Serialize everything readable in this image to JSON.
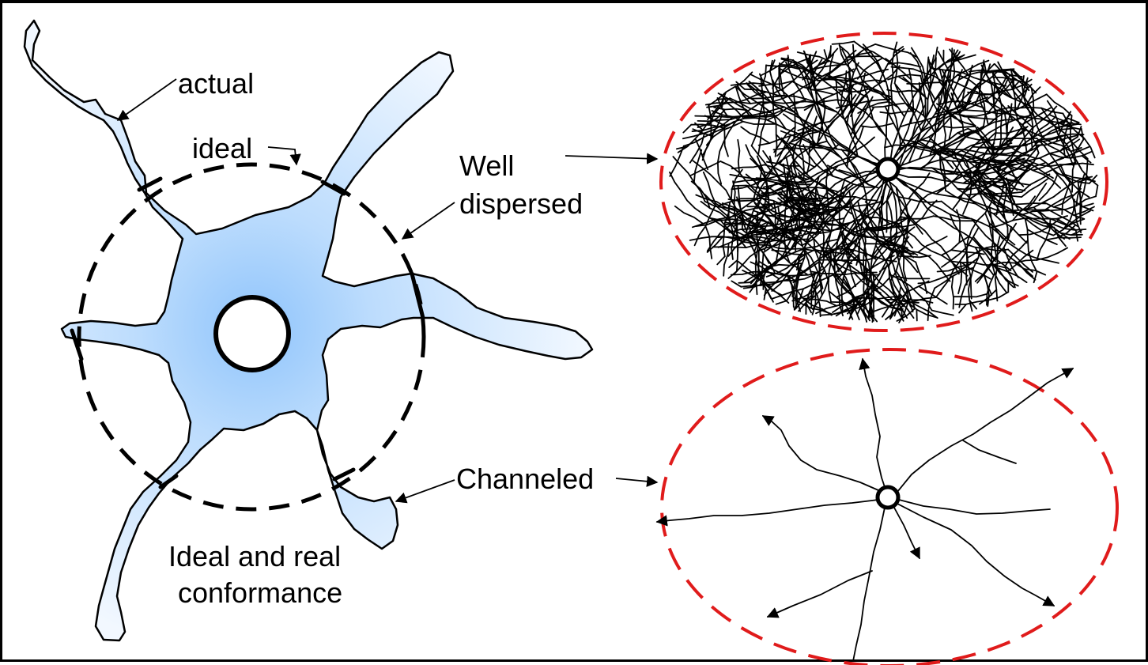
{
  "labels": {
    "actual": "actual",
    "ideal": "ideal",
    "well": "Well",
    "dispersed": "dispersed",
    "channeled": "Channeled",
    "caption_line1": "Ideal and real",
    "caption_line2": "conformance"
  },
  "colors": {
    "fluid_center": "#8fc4fb",
    "fluid_edge": "#eef6fe",
    "outline": "#000000",
    "boundary_red": "#e01b1b"
  }
}
